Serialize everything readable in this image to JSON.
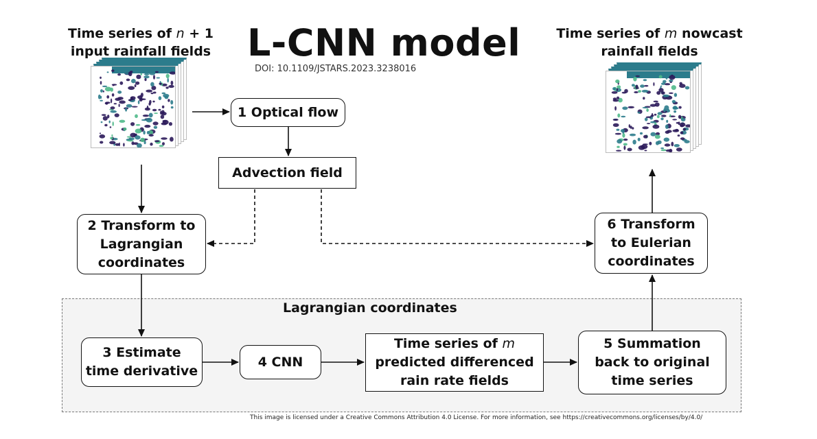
{
  "title": "L-CNN model",
  "doi": "DOI: 10.1109/JSTARS.2023.3238016",
  "input_caption": {
    "line1_prefix": "Time series of ",
    "line1_var": "n",
    "line1_suffix": " + 1",
    "line2": "input rainfall fields"
  },
  "output_caption": {
    "line1_prefix": "Time series of ",
    "line1_var": "m",
    "line1_suffix": " nowcast",
    "line2": "rainfall fields"
  },
  "boxes": {
    "optical_flow": {
      "num": "1",
      "label": " Optical flow"
    },
    "advection_field": {
      "label": "Advection field"
    },
    "transform_lagrangian": {
      "num": "2",
      "line1": " Transform to",
      "line2": "Lagrangian",
      "line3": "coordinates"
    },
    "estimate_derivative": {
      "num": "3",
      "line1": " Estimate",
      "line2": "time derivative"
    },
    "cnn": {
      "num": "4",
      "label": " CNN"
    },
    "predicted_fields": {
      "line1_prefix": "Time series of ",
      "line1_var": "m",
      "line2": "predicted differenced",
      "line3": "rain rate fields"
    },
    "summation": {
      "num": "5",
      "line1": " Summation",
      "line2": "back to original",
      "line3": "time series"
    },
    "transform_eulerian": {
      "num": "6",
      "line1": " Transform",
      "line2": "to Eulerian",
      "line3": "coordinates"
    }
  },
  "region_title": "Lagrangian coordinates",
  "license": "This image is licensed under a Creative Commons Attribution 4.0 License. For more information, see https://creativecommons.org/licenses/by/4.0/",
  "colors": {
    "rain_dark": "#2b1a5a",
    "rain_mid": "#2c7c8c",
    "rain_light": "#4fb98a",
    "region_bg": "#f4f4f4"
  }
}
